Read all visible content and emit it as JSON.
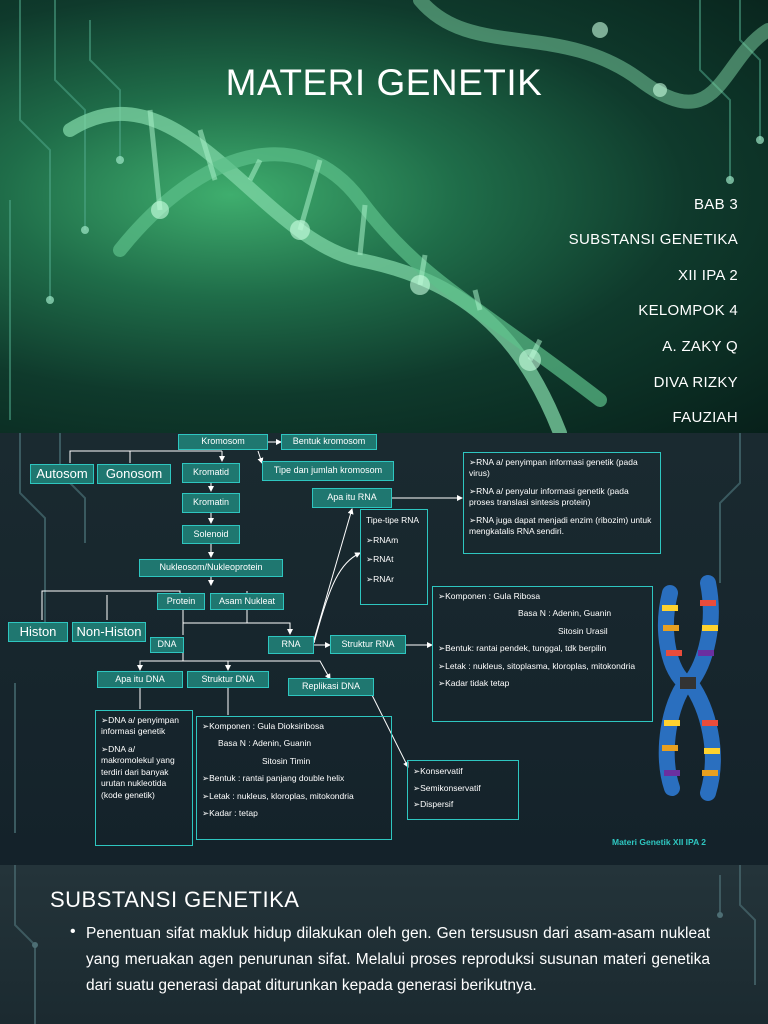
{
  "slide1": {
    "title": "MATERI GENETIK",
    "info": [
      "BAB 3",
      "SUBSTANSI GENETIKA",
      "XII IPA 2",
      "KELOMPOK 4",
      "A. ZAKY Q",
      "DIVA RIZKY",
      "FAUZIAH"
    ]
  },
  "slide2": {
    "kromosom": "Kromosom",
    "bentuk": "Bentuk kromosom",
    "autosom": "Autosom",
    "gonosom": "Gonosom",
    "kromatid": "Kromatid",
    "tipe_jumlah": "Tipe dan jumlah kromosom",
    "apa_rna": "Apa itu RNA",
    "kromatin": "Kromatin",
    "solenoid": "Solenoid",
    "nukleosom": "Nukleosom/Nukleoprotein",
    "protein": "Protein",
    "asam_nukleat": "Asam Nukleat",
    "histon": "Histon",
    "non_histon": "Non-Histon",
    "dna": "DNA",
    "rna": "RNA",
    "struktur_rna": "Struktur RNA",
    "apa_dna": "Apa itu DNA",
    "struktur_dna": "Struktur DNA",
    "replikasi": "Replikasi DNA",
    "tipe_rna": [
      "Tipe-tipe RNA",
      "➢RNAm",
      "➢RNAt",
      "➢RNAr"
    ],
    "rna_def": [
      "➢RNA a/ penyimpan informasi genetik (pada virus)",
      "➢RNA a/ penyalur informasi genetik (pada proses translasi sintesis protein)",
      "➢RNA juga dapat menjadi enzim (ribozim) untuk mengkatalis RNA sendiri."
    ],
    "rna_struct": [
      "➢Komponen : Gula Ribosa",
      "Basa N : Adenin, Guanin",
      "Sitosin Urasil",
      "➢Bentuk: rantai pendek, tunggal, tdk berpilin",
      "➢Letak : nukleus, sitoplasma, kloroplas, mitokondria",
      "➢Kadar tidak tetap"
    ],
    "dna_def": [
      "➢DNA a/ penyimpan informasi genetik",
      "➢DNA a/ makromolekul yang terdiri dari banyak urutan nukleotida (kode genetik)"
    ],
    "dna_struct": [
      "➢Komponen : Gula Dioksiribosa",
      "Basa N : Adenin, Guanin",
      "Sitosin Timin",
      "➢Bentuk : rantai panjang double helix",
      "➢Letak : nukleus, kloroplas, mitokondria",
      "➢Kadar : tetap"
    ],
    "replikasi_types": [
      "➢Konservatif",
      "➢Semikonservatif",
      "➢Dispersif"
    ],
    "caption": "Materi Genetik XII IPA 2"
  },
  "slide3": {
    "heading": "SUBSTANSI GENETIKA",
    "bullet": "•",
    "paragraph": "Penentuan sifat makluk hidup dilakukan oleh gen. Gen tersususn dari asam-asam nukleat yang meruakan agen penurunan sifat. Melalui proses reproduksi susunan materi genetika dari suatu generasi dapat diturunkan kepada generasi berikutnya."
  }
}
